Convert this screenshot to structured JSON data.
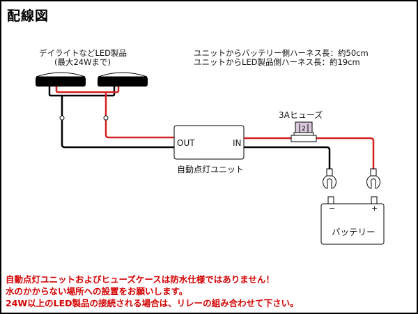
{
  "title": "配線図",
  "led_label": {
    "line1": "デイライトなどLED製品",
    "line2": "(最大24Wまで)"
  },
  "harness_info": [
    "ユニットからバッテリー側ハーネス長：約50cm",
    "ユニットからLED製品側ハーネス長：約19cm"
  ],
  "unit": {
    "out_label": "OUT",
    "in_label": "IN",
    "name": "自動点灯ユニット"
  },
  "fuse": {
    "label": "3Aヒューズ"
  },
  "battery": {
    "minus": "−",
    "plus": "+",
    "name": "バッテリー"
  },
  "wire_colors": {
    "positive": "#d42020",
    "negative": "#000000"
  },
  "notes": [
    "自動点灯ユニットおよびヒューズケースは防水仕様ではありません！",
    "水のかからない場所への設置をお願いします。",
    "24W以上のLED製品の接続される場合は、リレーの組み合わせて下さい。"
  ]
}
